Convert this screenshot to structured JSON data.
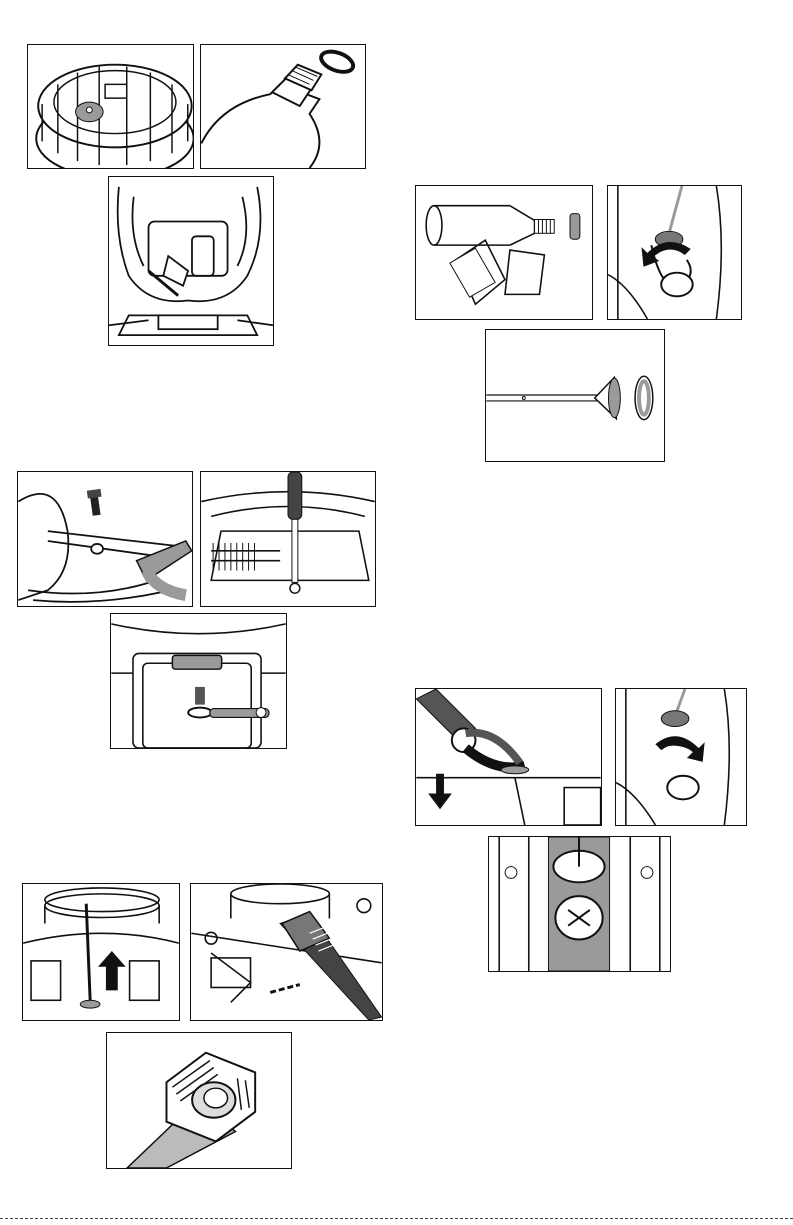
{
  "document": {
    "type": "manual-illustration-page",
    "panels": [
      {
        "id": "cap-top",
        "icon": "tank-cap-illustration"
      },
      {
        "id": "bottle-neck",
        "icon": "bottle-o-ring-illustration"
      },
      {
        "id": "frame-filter",
        "icon": "frame-filter-illustration"
      },
      {
        "id": "handle-bolt",
        "icon": "handle-bolt-illustration"
      },
      {
        "id": "screwdriver-panel",
        "icon": "screwdriver-illustration"
      },
      {
        "id": "bracket-screw",
        "icon": "bracket-screw-illustration"
      },
      {
        "id": "tank-rod-up",
        "icon": "rod-up-arrow-illustration"
      },
      {
        "id": "wrench-fitting",
        "icon": "wrench-illustration"
      },
      {
        "id": "fitting-closeup",
        "icon": "fitting-closeup-illustration"
      },
      {
        "id": "filter-assembly",
        "icon": "filter-assembly-illustration"
      },
      {
        "id": "valve-rotate-ccw",
        "icon": "valve-rotate-arrow-illustration"
      },
      {
        "id": "rod-seal",
        "icon": "rod-seal-illustration"
      },
      {
        "id": "pliers-nut",
        "icon": "pliers-down-arrow-illustration"
      },
      {
        "id": "valve-rotate-cw",
        "icon": "valve-rotate-arrow-illustration"
      },
      {
        "id": "valve-channel",
        "icon": "valve-channel-illustration"
      }
    ],
    "colors": {
      "ink": "#111111",
      "gray": "#9a9a9a",
      "light": "#dcdcdc"
    }
  }
}
